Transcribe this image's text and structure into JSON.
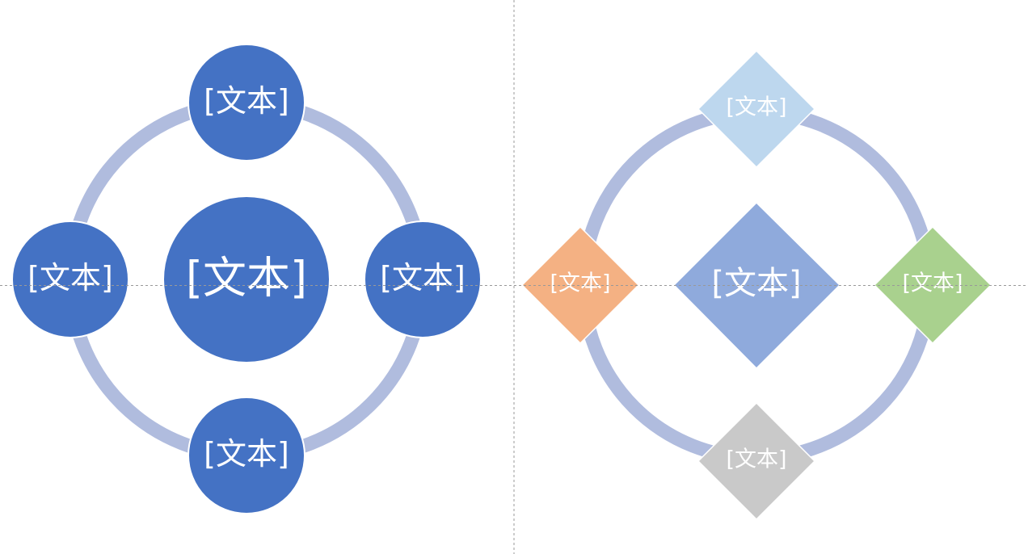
{
  "left_diagram": {
    "center": "[文本]",
    "top": "[文本]",
    "left": "[文本]",
    "right": "[文本]",
    "bottom": "[文本]"
  },
  "right_diagram": {
    "center": "[文本]",
    "top": "[文本]",
    "left": "[文本]",
    "right": "[文本]",
    "bottom": "[文本]"
  },
  "colors": {
    "ring": "#b0bcde",
    "circle": "#4472c4",
    "diamond_center": "#8faadc",
    "diamond_top": "#bdd7ee",
    "diamond_left": "#f4b183",
    "diamond_right": "#a9d18e",
    "diamond_bottom": "#c9c9c9"
  }
}
